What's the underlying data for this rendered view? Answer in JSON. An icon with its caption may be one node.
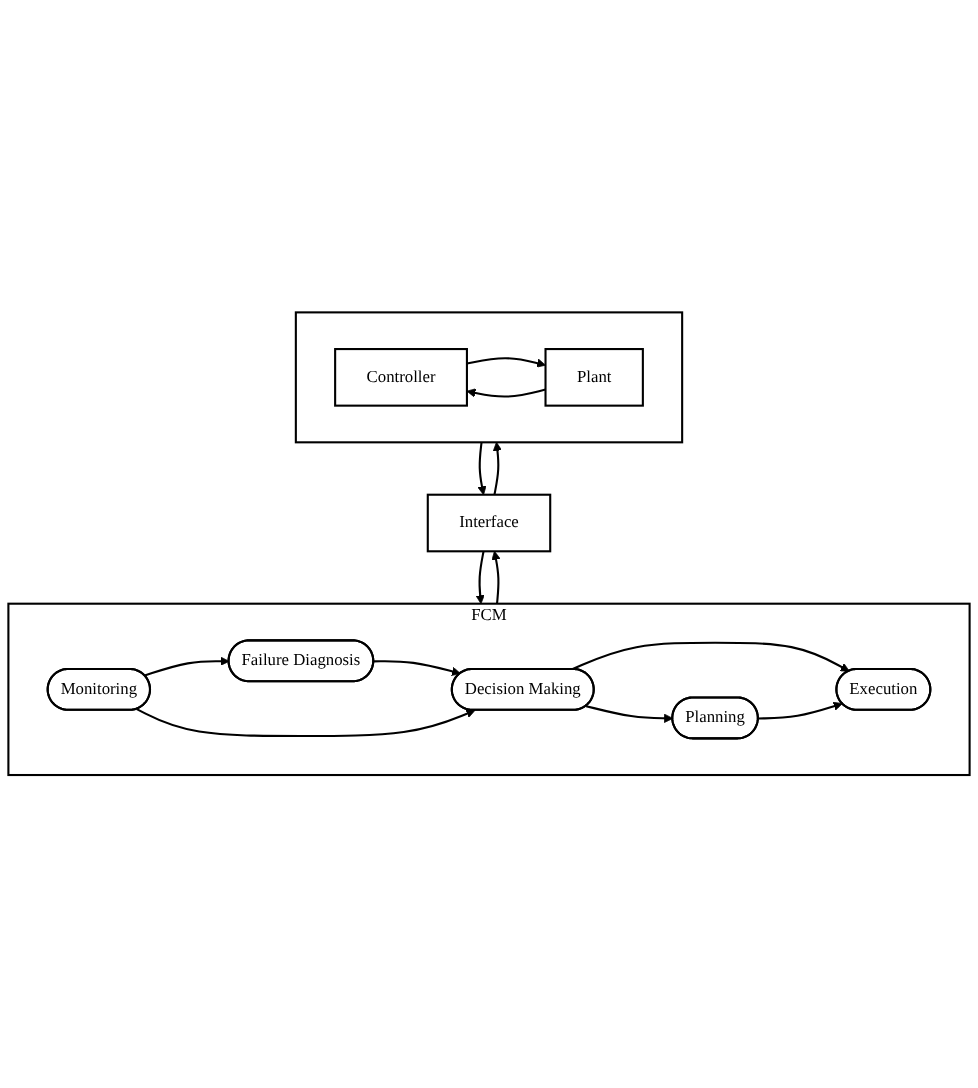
{
  "diagram": {
    "nodes": [
      {
        "text": [
          "FCM"
        ]
      },
      {
        "text": [
          "Failure Diagnosis"
        ],
        "in": 0
      },
      {
        "text": [
          "Decision Making"
        ],
        "in": 0
      },
      {
        "text": [
          "Monitoring"
        ],
        "in": 0
      },
      {
        "text": [
          "Planning"
        ],
        "in": 0
      },
      {
        "text": [
          "Execution"
        ],
        "in": 0
      },
      {
        "text": [
          "Interface"
        ]
      },
      {
        "text": [],
        "shape": "box"
      },
      {
        "text": [
          "Controller"
        ],
        "in": 7
      },
      {
        "text": [
          "Plant"
        ],
        "in": 7
      }
    ],
    "edges": [
      {
        "from": 3,
        "to": 1,
        "arrow": "to"
      },
      {
        "from": 1,
        "to": 2,
        "arrow": "to"
      },
      {
        "from": 3,
        "to": 2,
        "arrow": "to"
      },
      {
        "from": 2,
        "to": 4,
        "arrow": "to"
      },
      {
        "from": 2,
        "to": 5,
        "arrow": "to"
      },
      {
        "from": 4,
        "to": 5,
        "arrow": "to"
      },
      {
        "from": 0,
        "to": 6,
        "arrow": "to"
      },
      {
        "from": 6,
        "to": 0,
        "arrow": "to"
      },
      {
        "from": 6,
        "to": 7,
        "arrow": "to"
      },
      {
        "from": 7,
        "to": 6,
        "arrow": "to"
      },
      {
        "from": 8,
        "to": 9,
        "arrow": "to"
      },
      {
        "from": 9,
        "to": 8,
        "arrow": "to"
      }
    ]
  }
}
